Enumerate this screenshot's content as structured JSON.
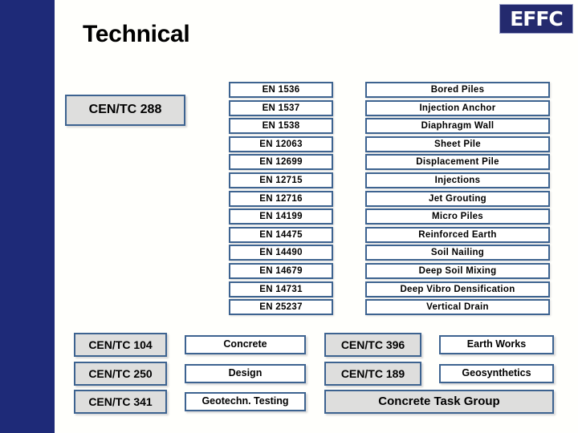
{
  "slide": {
    "title": "Technical",
    "logo_text": "EFFC",
    "accent_navy": "#1e2a78",
    "border_blue": "#3d6390",
    "box_gray": "#dededd",
    "background": "#fffffc"
  },
  "committee": {
    "main_label": "CEN/TC 288"
  },
  "standards": {
    "rows": [
      {
        "code": "EN  1536",
        "name": "Bored Piles"
      },
      {
        "code": "EN  1537",
        "name": "Injection Anchor"
      },
      {
        "code": "EN  1538",
        "name": "Diaphragm Wall"
      },
      {
        "code": "EN  12063",
        "name": "Sheet Pile"
      },
      {
        "code": "EN  12699",
        "name": "Displacement Pile"
      },
      {
        "code": "EN  12715",
        "name": "Injections"
      },
      {
        "code": "EN  12716",
        "name": "Jet Grouting"
      },
      {
        "code": "EN  14199",
        "name": "Micro Piles"
      },
      {
        "code": "EN  14475",
        "name": "Reinforced Earth"
      },
      {
        "code": "EN  14490",
        "name": "Soil Nailing"
      },
      {
        "code": "EN  14679",
        "name": "Deep Soil Mixing"
      },
      {
        "code": "EN  14731",
        "name": "Deep Vibro Densification"
      },
      {
        "code": "EN  25237",
        "name": "Vertical Drain"
      }
    ]
  },
  "bottom": {
    "left_column": [
      {
        "committee": "CEN/TC 104",
        "topic": "Concrete"
      },
      {
        "committee": "CEN/TC 250",
        "topic": "Design"
      },
      {
        "committee": "CEN/TC 341",
        "topic": "Geotechn. Testing"
      }
    ],
    "right_column": [
      {
        "committee": "CEN/TC 396",
        "topic": "Earth Works"
      },
      {
        "committee": "CEN/TC 189",
        "topic": "Geosynthetics"
      }
    ],
    "task_group": "Concrete Task Group"
  }
}
